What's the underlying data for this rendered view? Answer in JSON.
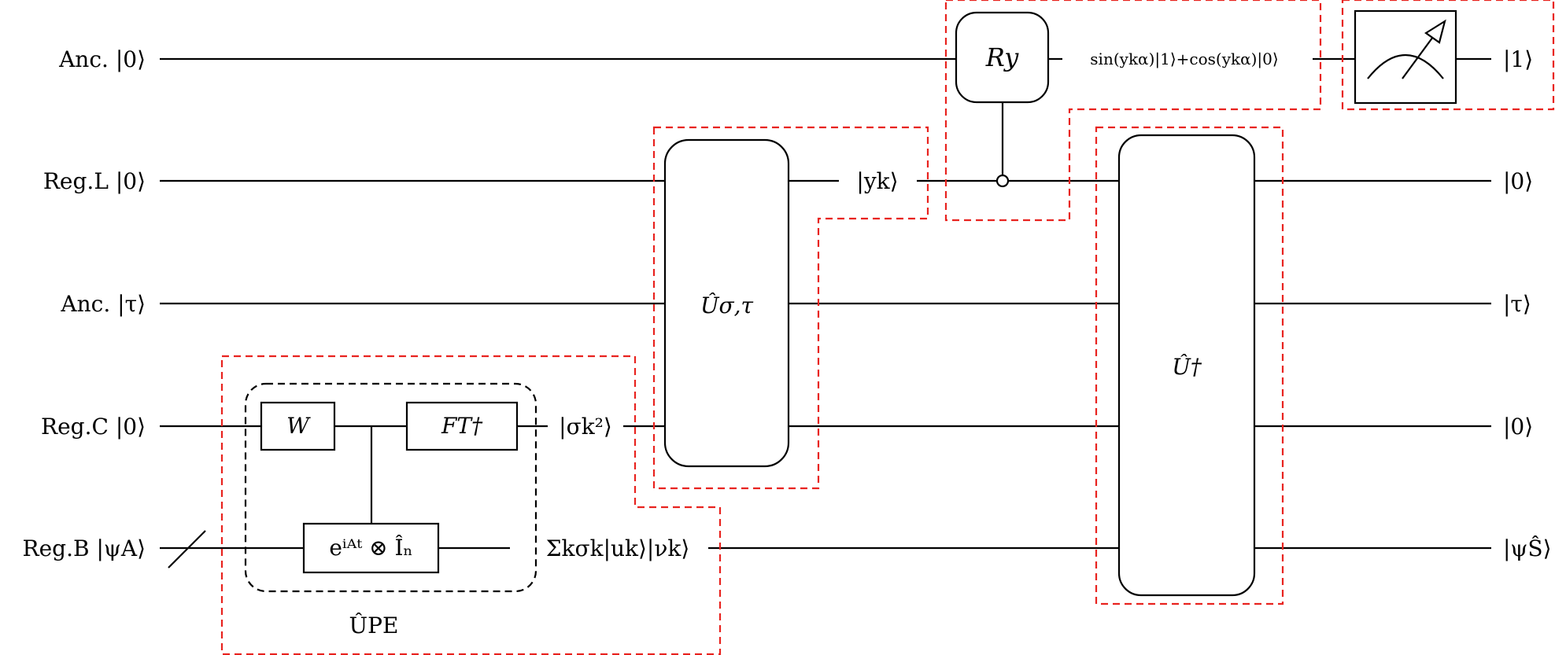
{
  "inputs": {
    "anc0": "Anc. |0⟩",
    "regL": "Reg.L |0⟩",
    "ancTau": "Anc. |τ⟩",
    "regC": "Reg.C |0⟩",
    "regB": "Reg.B |ψA⟩"
  },
  "outputs": {
    "anc0": "|1⟩",
    "regL": "|0⟩",
    "ancTau": "|τ⟩",
    "regC": "|0⟩",
    "regB": "|ψŜ⟩"
  },
  "gates": {
    "W": "W",
    "FT": "FT†",
    "expA": "eⁱᴬᵗ ⊗ Îₙ",
    "Usig": "Ûσ,τ",
    "Ry": "Ry",
    "Udag": "Û†",
    "meter": "meter-icon"
  },
  "intermediate": {
    "sigma": "|σk²⟩",
    "svd": "Σkσk|uk⟩|νk⟩",
    "yk": "|yk⟩",
    "rot": "sin(ykα)|1⟩+cos(ykα)|0⟩"
  },
  "groups": {
    "upe": "ÛPE"
  },
  "colors": {
    "highlight": "#e8231f",
    "line": "#000000"
  }
}
